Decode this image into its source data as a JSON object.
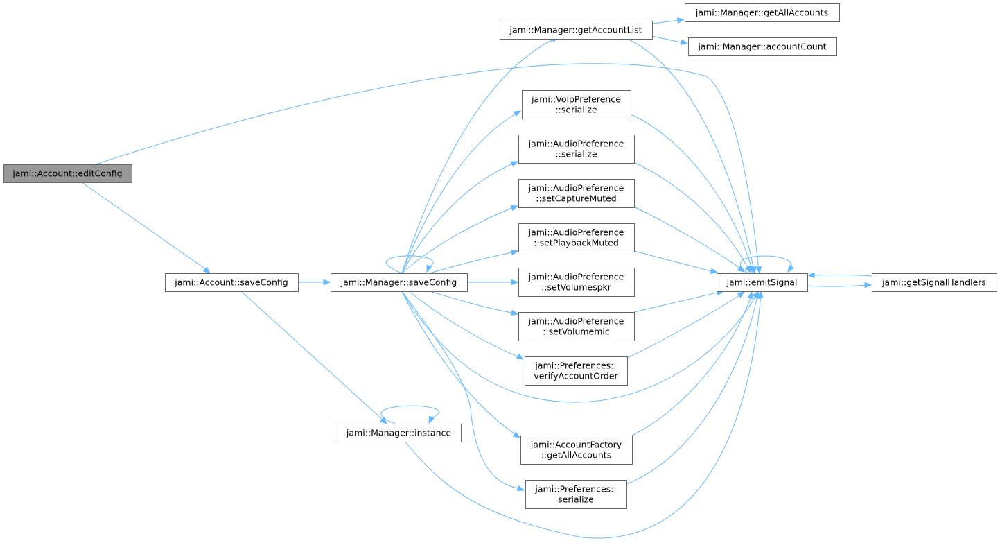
{
  "graph": {
    "nodes": [
      {
        "id": "editConfig",
        "lines": [
          "jami::Account::editConfig"
        ],
        "root": true
      },
      {
        "id": "acctSaveConfig",
        "lines": [
          "jami::Account::saveConfig"
        ]
      },
      {
        "id": "mgrSaveConfig",
        "lines": [
          "jami::Manager::saveConfig"
        ]
      },
      {
        "id": "mgrInstance",
        "lines": [
          "jami::Manager::instance"
        ]
      },
      {
        "id": "getAccountList",
        "lines": [
          "jami::Manager::getAccountList"
        ]
      },
      {
        "id": "mgrGetAllAccounts",
        "lines": [
          "jami::Manager::getAllAccounts"
        ]
      },
      {
        "id": "accountCount",
        "lines": [
          "jami::Manager::accountCount"
        ]
      },
      {
        "id": "voipSerialize",
        "lines": [
          "jami::VoipPreference",
          "::serialize"
        ]
      },
      {
        "id": "audioSerialize",
        "lines": [
          "jami::AudioPreference",
          "::serialize"
        ]
      },
      {
        "id": "setCaptureMuted",
        "lines": [
          "jami::AudioPreference",
          "::setCaptureMuted"
        ]
      },
      {
        "id": "setPlaybackMuted",
        "lines": [
          "jami::AudioPreference",
          "::setPlaybackMuted"
        ]
      },
      {
        "id": "setVolumespkr",
        "lines": [
          "jami::AudioPreference",
          "::setVolumespkr"
        ]
      },
      {
        "id": "setVolumemic",
        "lines": [
          "jami::AudioPreference",
          "::setVolumemic"
        ]
      },
      {
        "id": "verifyAccountOrder",
        "lines": [
          "jami::Preferences::",
          "verifyAccountOrder"
        ]
      },
      {
        "id": "factoryGetAllAccounts",
        "lines": [
          "jami::AccountFactory",
          "::getAllAccounts"
        ]
      },
      {
        "id": "prefSerialize",
        "lines": [
          "jami::Preferences::",
          "serialize"
        ]
      },
      {
        "id": "emitSignal",
        "lines": [
          "jami::emitSignal"
        ]
      },
      {
        "id": "getSignalHandlers",
        "lines": [
          "jami::getSignalHandlers"
        ]
      }
    ],
    "edges": [
      [
        "editConfig",
        "emitSignal"
      ],
      [
        "editConfig",
        "acctSaveConfig"
      ],
      [
        "acctSaveConfig",
        "mgrSaveConfig"
      ],
      [
        "acctSaveConfig",
        "mgrInstance"
      ],
      [
        "mgrSaveConfig",
        "mgrSaveConfig"
      ],
      [
        "mgrSaveConfig",
        "getAccountList"
      ],
      [
        "mgrSaveConfig",
        "voipSerialize"
      ],
      [
        "mgrSaveConfig",
        "audioSerialize"
      ],
      [
        "mgrSaveConfig",
        "setCaptureMuted"
      ],
      [
        "mgrSaveConfig",
        "setPlaybackMuted"
      ],
      [
        "mgrSaveConfig",
        "setVolumespkr"
      ],
      [
        "mgrSaveConfig",
        "setVolumemic"
      ],
      [
        "mgrSaveConfig",
        "verifyAccountOrder"
      ],
      [
        "mgrSaveConfig",
        "emitSignal"
      ],
      [
        "mgrSaveConfig",
        "factoryGetAllAccounts"
      ],
      [
        "mgrSaveConfig",
        "prefSerialize"
      ],
      [
        "mgrInstance",
        "mgrInstance"
      ],
      [
        "mgrInstance",
        "emitSignal"
      ],
      [
        "getAccountList",
        "mgrGetAllAccounts"
      ],
      [
        "getAccountList",
        "accountCount"
      ],
      [
        "getAccountList",
        "emitSignal"
      ],
      [
        "voipSerialize",
        "emitSignal"
      ],
      [
        "audioSerialize",
        "emitSignal"
      ],
      [
        "setCaptureMuted",
        "emitSignal"
      ],
      [
        "setPlaybackMuted",
        "emitSignal"
      ],
      [
        "setVolumemic",
        "emitSignal"
      ],
      [
        "verifyAccountOrder",
        "emitSignal"
      ],
      [
        "factoryGetAllAccounts",
        "emitSignal"
      ],
      [
        "prefSerialize",
        "emitSignal"
      ],
      [
        "emitSignal",
        "emitSignal"
      ],
      [
        "emitSignal",
        "getSignalHandlers"
      ],
      [
        "getSignalHandlers",
        "emitSignal"
      ]
    ]
  }
}
